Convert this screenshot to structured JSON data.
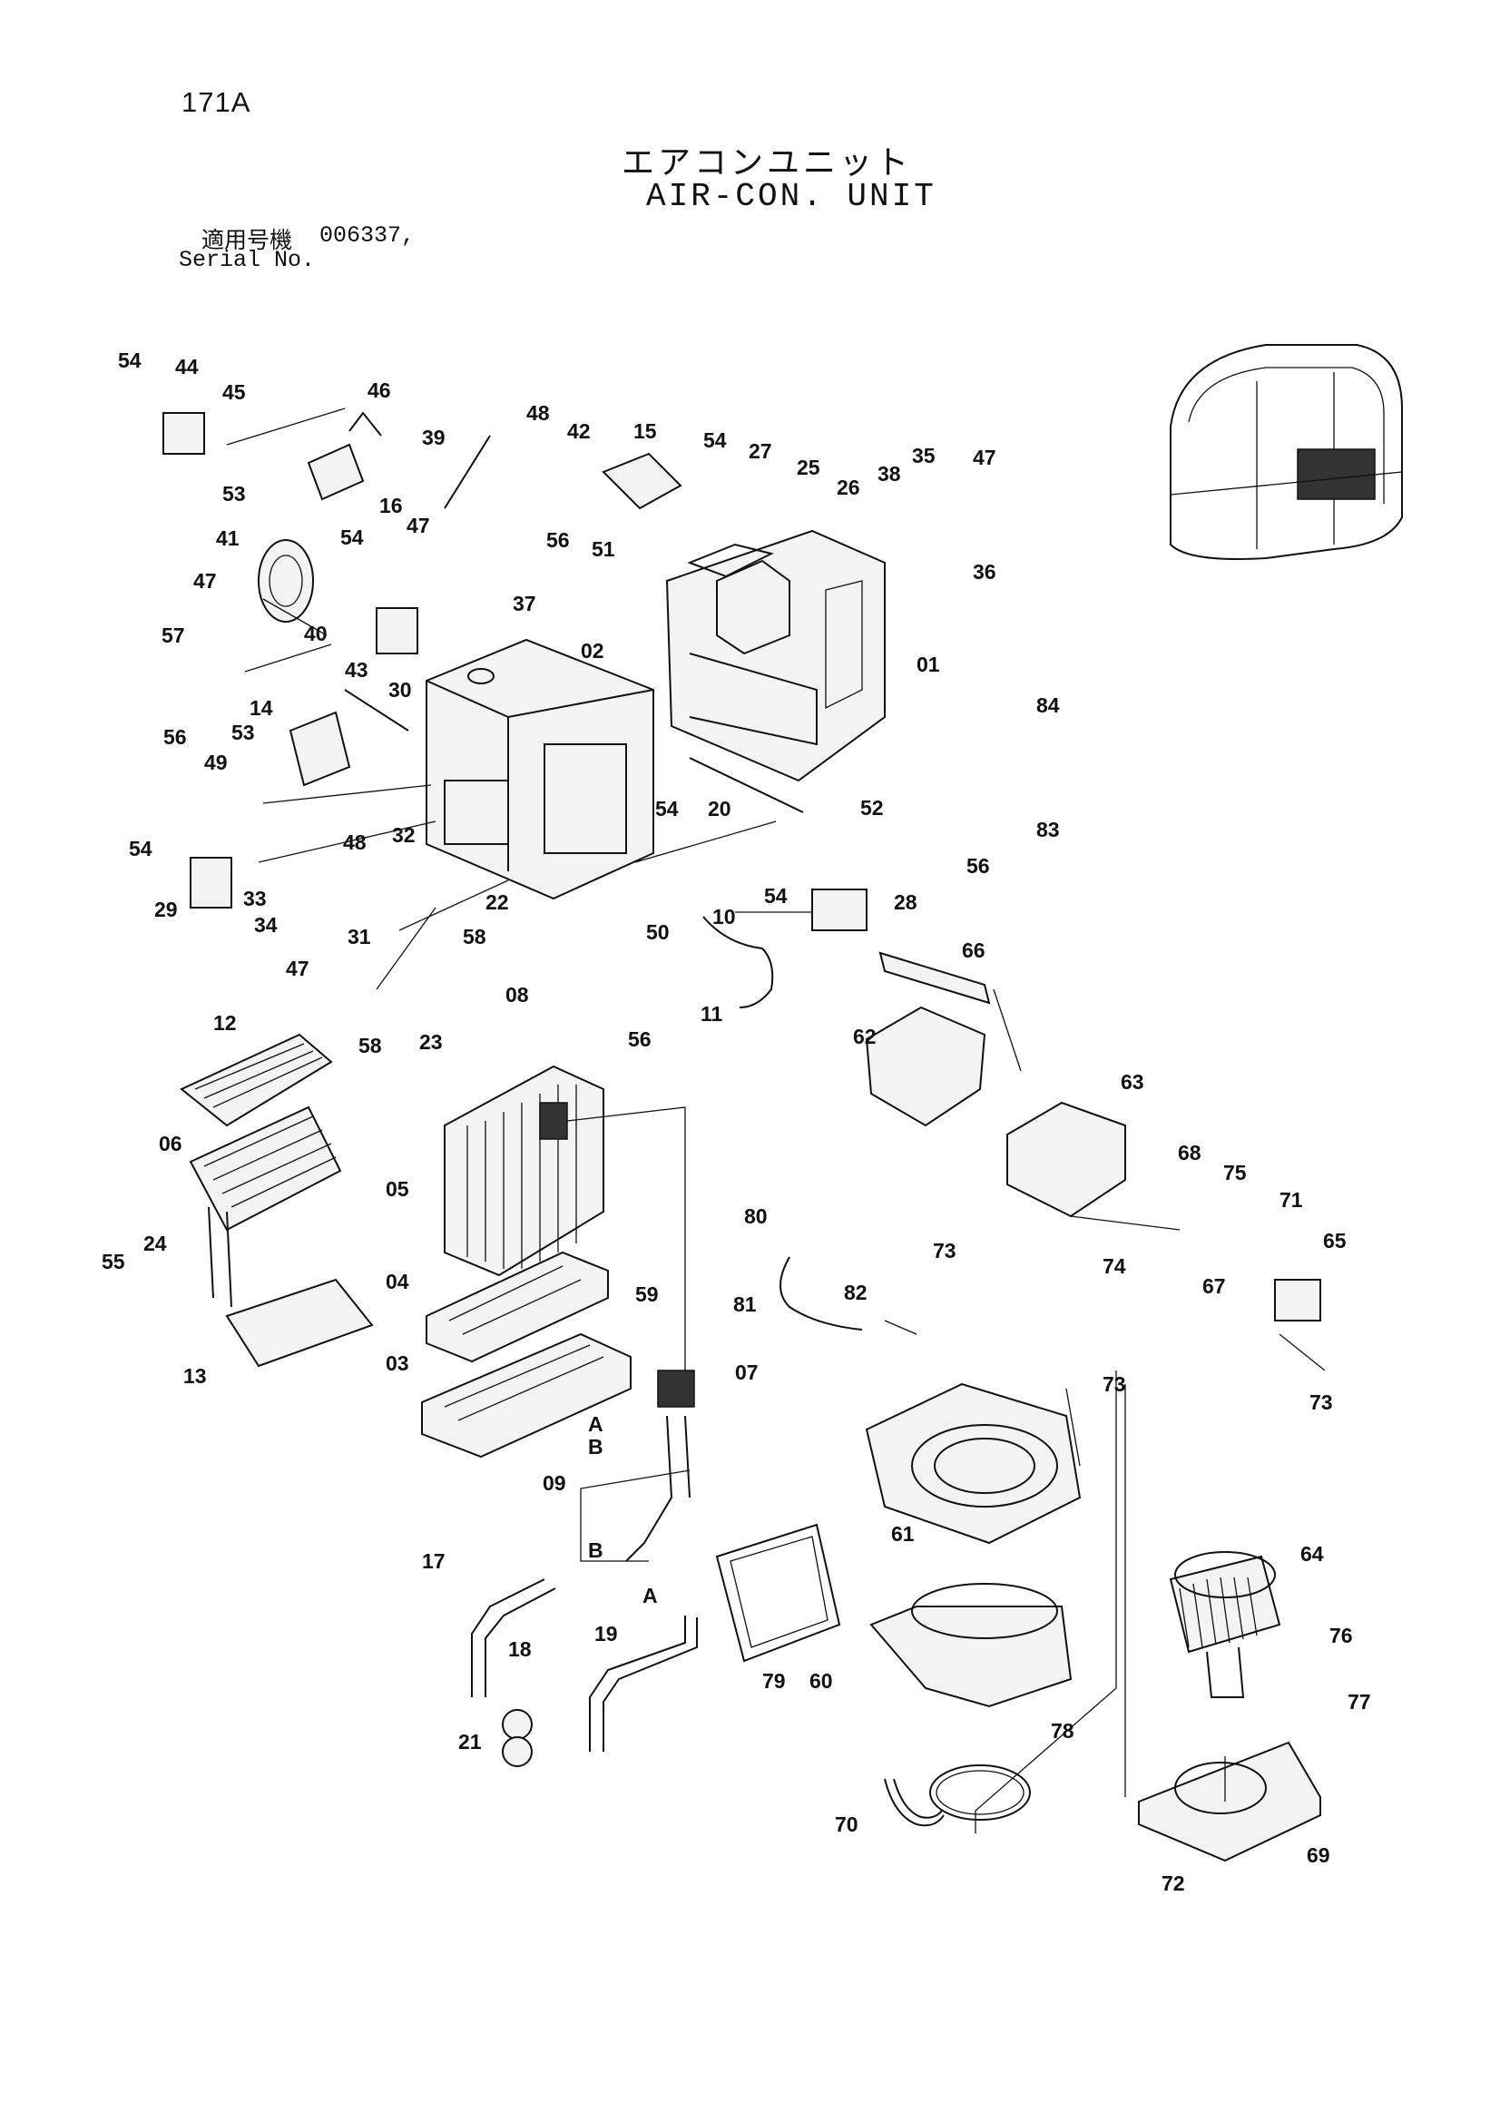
{
  "page_code": "171A",
  "title_jp": "エアコンユニット",
  "title_en": "AIR-CON. UNIT",
  "serial_label_jp": "適用号機",
  "serial_value": "006337,",
  "serial_label_en": "Serial No.",
  "part_labels": [
    {
      "id": "p54a",
      "text": "54"
    },
    {
      "id": "p44",
      "text": "44"
    },
    {
      "id": "p45",
      "text": "45"
    },
    {
      "id": "p46",
      "text": "46"
    },
    {
      "id": "p53a",
      "text": "53"
    },
    {
      "id": "p16",
      "text": "16"
    },
    {
      "id": "p39",
      "text": "39"
    },
    {
      "id": "p48a",
      "text": "48"
    },
    {
      "id": "p42",
      "text": "42"
    },
    {
      "id": "p15",
      "text": "15"
    },
    {
      "id": "p54b",
      "text": "54"
    },
    {
      "id": "p27",
      "text": "27"
    },
    {
      "id": "p25",
      "text": "25"
    },
    {
      "id": "p26",
      "text": "26"
    },
    {
      "id": "p38",
      "text": "38"
    },
    {
      "id": "p35",
      "text": "35"
    },
    {
      "id": "p47a",
      "text": "47"
    },
    {
      "id": "p41",
      "text": "41"
    },
    {
      "id": "p54c",
      "text": "54"
    },
    {
      "id": "p47b",
      "text": "47"
    },
    {
      "id": "p56a",
      "text": "56"
    },
    {
      "id": "p51",
      "text": "51"
    },
    {
      "id": "p36",
      "text": "36"
    },
    {
      "id": "p37",
      "text": "37"
    },
    {
      "id": "p47c",
      "text": "47"
    },
    {
      "id": "p40",
      "text": "40"
    },
    {
      "id": "p57",
      "text": "57"
    },
    {
      "id": "p30",
      "text": "30"
    },
    {
      "id": "p02",
      "text": "02"
    },
    {
      "id": "p01",
      "text": "01"
    },
    {
      "id": "p43",
      "text": "43"
    },
    {
      "id": "p14",
      "text": "14"
    },
    {
      "id": "p53b",
      "text": "53"
    },
    {
      "id": "p84",
      "text": "84"
    },
    {
      "id": "p56b",
      "text": "56"
    },
    {
      "id": "p49",
      "text": "49"
    },
    {
      "id": "p54d",
      "text": "54"
    },
    {
      "id": "p20",
      "text": "20"
    },
    {
      "id": "p52",
      "text": "52"
    },
    {
      "id": "p83",
      "text": "83"
    },
    {
      "id": "p54e",
      "text": "54"
    },
    {
      "id": "p48b",
      "text": "48"
    },
    {
      "id": "p32",
      "text": "32"
    },
    {
      "id": "p56c",
      "text": "56"
    },
    {
      "id": "p33",
      "text": "33"
    },
    {
      "id": "p29",
      "text": "29"
    },
    {
      "id": "p34",
      "text": "34"
    },
    {
      "id": "p31",
      "text": "31"
    },
    {
      "id": "p22",
      "text": "22"
    },
    {
      "id": "p10",
      "text": "10"
    },
    {
      "id": "p54f",
      "text": "54"
    },
    {
      "id": "p28",
      "text": "28"
    },
    {
      "id": "p58a",
      "text": "58"
    },
    {
      "id": "p50",
      "text": "50"
    },
    {
      "id": "p47d",
      "text": "47"
    },
    {
      "id": "p66",
      "text": "66"
    },
    {
      "id": "p08",
      "text": "08"
    },
    {
      "id": "p12",
      "text": "12"
    },
    {
      "id": "p58b",
      "text": "58"
    },
    {
      "id": "p23",
      "text": "23"
    },
    {
      "id": "p56d",
      "text": "56"
    },
    {
      "id": "p11",
      "text": "11"
    },
    {
      "id": "p62",
      "text": "62"
    },
    {
      "id": "p63",
      "text": "63"
    },
    {
      "id": "p06",
      "text": "06"
    },
    {
      "id": "p05",
      "text": "05"
    },
    {
      "id": "p68",
      "text": "68"
    },
    {
      "id": "p75",
      "text": "75"
    },
    {
      "id": "p71",
      "text": "71"
    },
    {
      "id": "p80",
      "text": "80"
    },
    {
      "id": "p73a",
      "text": "73"
    },
    {
      "id": "p65",
      "text": "65"
    },
    {
      "id": "p24",
      "text": "24"
    },
    {
      "id": "p55",
      "text": "55"
    },
    {
      "id": "p74",
      "text": "74"
    },
    {
      "id": "p67",
      "text": "67"
    },
    {
      "id": "p04",
      "text": "04"
    },
    {
      "id": "p82",
      "text": "82"
    },
    {
      "id": "p59",
      "text": "59"
    },
    {
      "id": "p81",
      "text": "81"
    },
    {
      "id": "p13",
      "text": "13"
    },
    {
      "id": "p03",
      "text": "03"
    },
    {
      "id": "p07",
      "text": "07"
    },
    {
      "id": "p73b",
      "text": "73"
    },
    {
      "id": "p73c",
      "text": "73"
    },
    {
      "id": "pA1",
      "text": "A"
    },
    {
      "id": "pB1",
      "text": "B"
    },
    {
      "id": "p09",
      "text": "09"
    },
    {
      "id": "p61",
      "text": "61"
    },
    {
      "id": "pB2",
      "text": "B"
    },
    {
      "id": "p17",
      "text": "17"
    },
    {
      "id": "p64",
      "text": "64"
    },
    {
      "id": "pA2",
      "text": "A"
    },
    {
      "id": "p18",
      "text": "18"
    },
    {
      "id": "p19",
      "text": "19"
    },
    {
      "id": "p76",
      "text": "76"
    },
    {
      "id": "p79",
      "text": "79"
    },
    {
      "id": "p60",
      "text": "60"
    },
    {
      "id": "p77",
      "text": "77"
    },
    {
      "id": "p21",
      "text": "21"
    },
    {
      "id": "p78",
      "text": "78"
    },
    {
      "id": "p70",
      "text": "70"
    },
    {
      "id": "p69",
      "text": "69"
    },
    {
      "id": "p72",
      "text": "72"
    }
  ]
}
